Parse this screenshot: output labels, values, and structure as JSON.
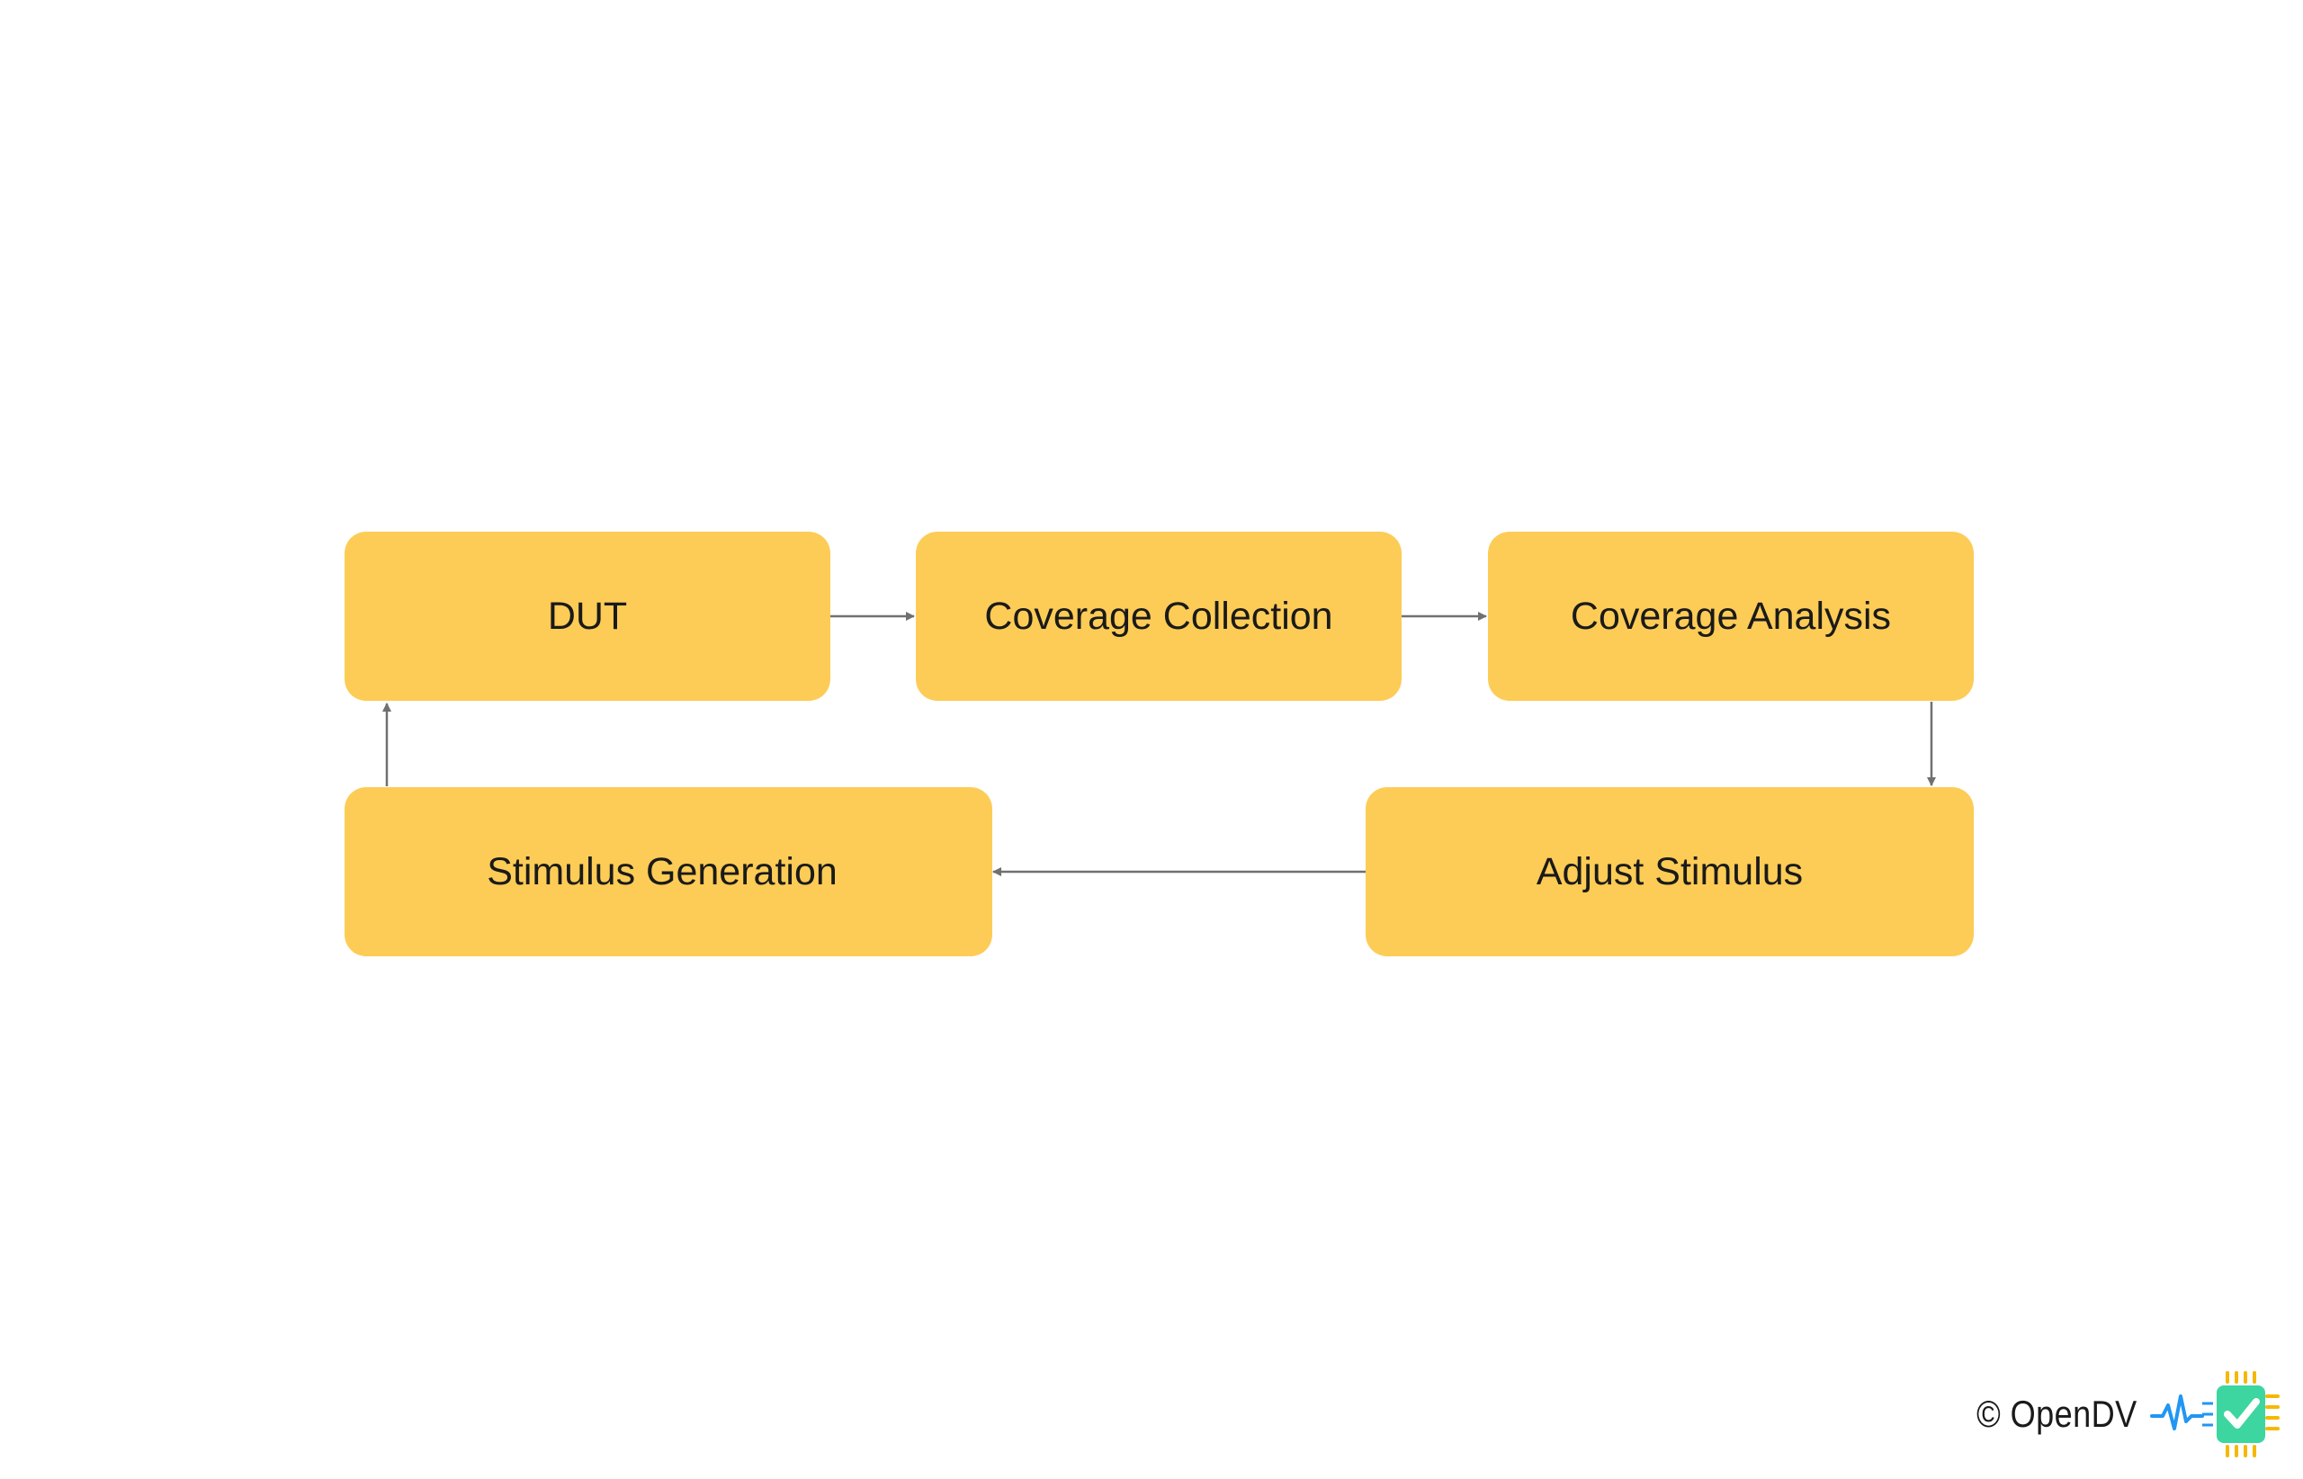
{
  "diagram": {
    "nodes": [
      {
        "id": "dut",
        "label": "DUT"
      },
      {
        "id": "coverage-collection",
        "label": "Coverage Collection"
      },
      {
        "id": "coverage-analysis",
        "label": "Coverage Analysis"
      },
      {
        "id": "adjust-stimulus",
        "label": "Adjust Stimulus"
      },
      {
        "id": "stimulus-generation",
        "label": "Stimulus Generation"
      }
    ],
    "edges": [
      {
        "from": "dut",
        "to": "coverage-collection"
      },
      {
        "from": "coverage-collection",
        "to": "coverage-analysis"
      },
      {
        "from": "coverage-analysis",
        "to": "adjust-stimulus"
      },
      {
        "from": "adjust-stimulus",
        "to": "stimulus-generation"
      },
      {
        "from": "stimulus-generation",
        "to": "dut"
      }
    ],
    "colors": {
      "node_fill": "#FDCC56",
      "edge": "#707070",
      "text": "#1a1a1a"
    }
  },
  "watermark": {
    "text": "© OpenDV",
    "logo_icon": "chip-checkmark-pulse-icon",
    "colors": {
      "pulse": "#2196F3",
      "chip": "#3DD6A0",
      "pins": "#F5B800"
    }
  }
}
